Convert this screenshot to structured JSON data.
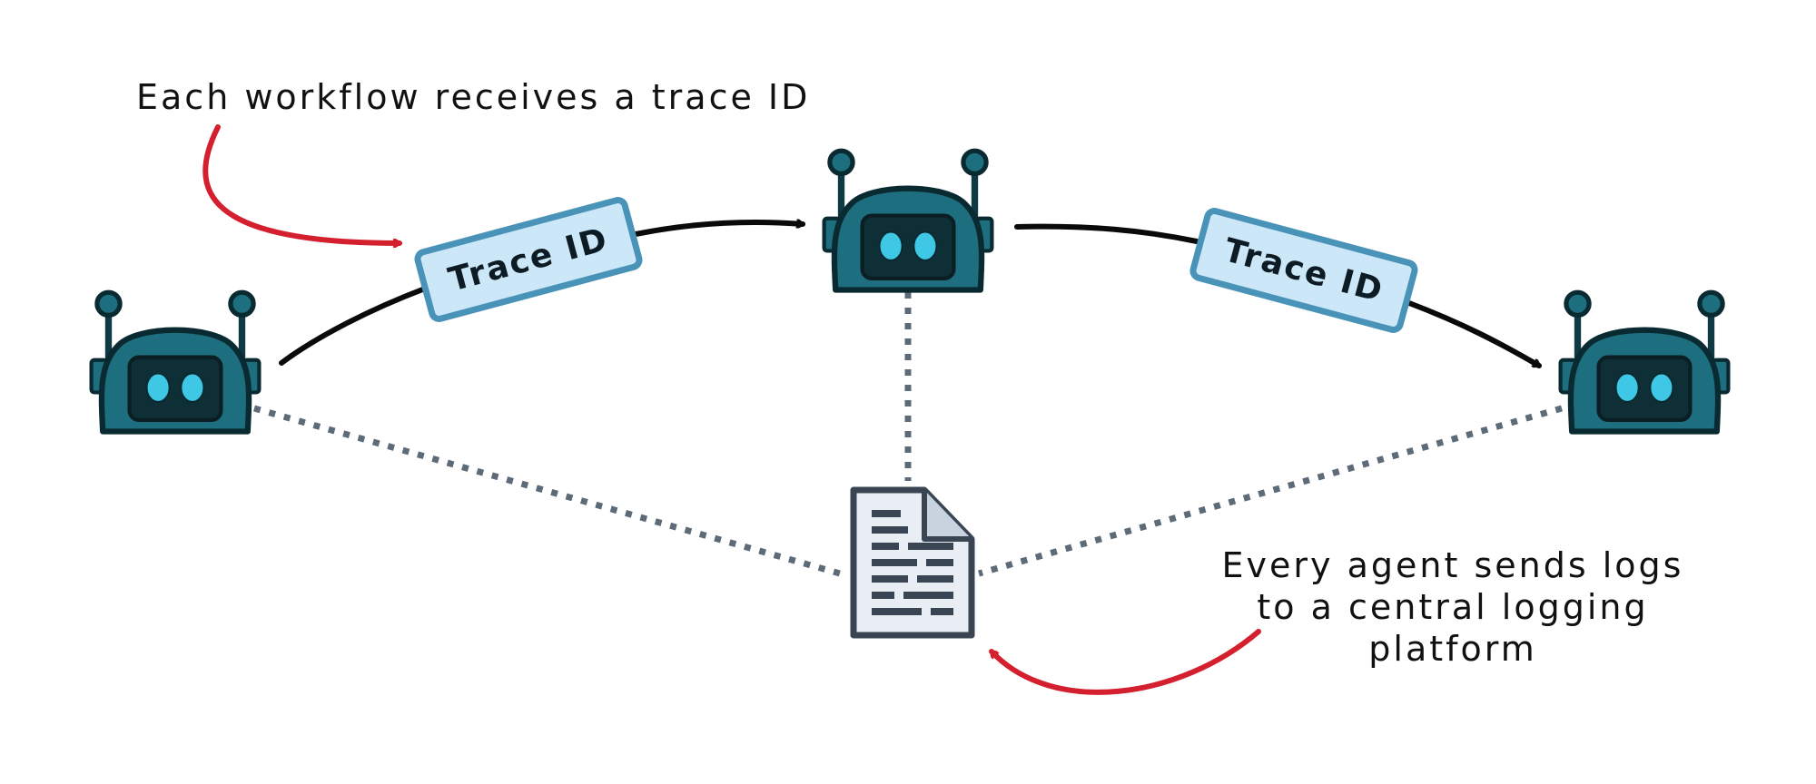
{
  "annotations": {
    "top": "Each workflow receives a trace ID",
    "bottom": [
      "Every agent sends logs",
      "to a central logging",
      "platform"
    ]
  },
  "trace_tags": [
    {
      "label": "Trace ID"
    },
    {
      "label": "Trace ID"
    }
  ],
  "agents": [
    {
      "icon": "robot-icon"
    },
    {
      "icon": "robot-icon"
    },
    {
      "icon": "robot-icon"
    }
  ],
  "log_store": {
    "icon": "document-icon"
  },
  "colors": {
    "robot_body": "#1d6e7e",
    "robot_dark": "#0f3a44",
    "robot_eye": "#3ec8e6",
    "tag_fill": "#cce7f7",
    "tag_stroke": "#4a93b8",
    "arrow_black": "#0a0a0a",
    "arrow_red": "#d4202e",
    "dotted_line": "#5d6b78",
    "doc_fill": "#e9eef5",
    "doc_lines": "#3a4553"
  }
}
